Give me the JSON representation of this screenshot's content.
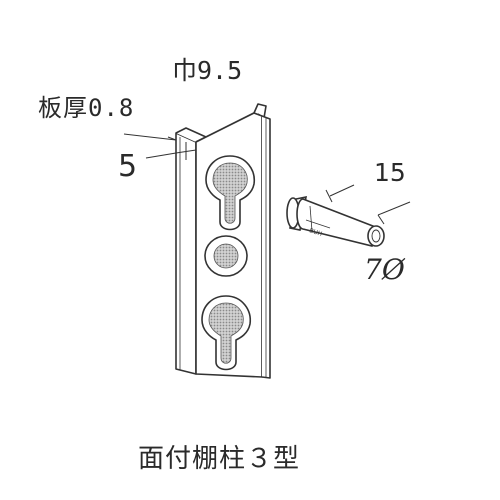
{
  "diagram": {
    "labels": {
      "width": "巾9.5",
      "thickness": "板厚0.8",
      "depth": "5",
      "pin_length": "15",
      "pin_diameter": "7Ø"
    },
    "caption": "面付棚柱３型"
  },
  "colors": {
    "line": "#333333",
    "hole_fill": "#b8b8b8",
    "background": "#ffffff"
  }
}
